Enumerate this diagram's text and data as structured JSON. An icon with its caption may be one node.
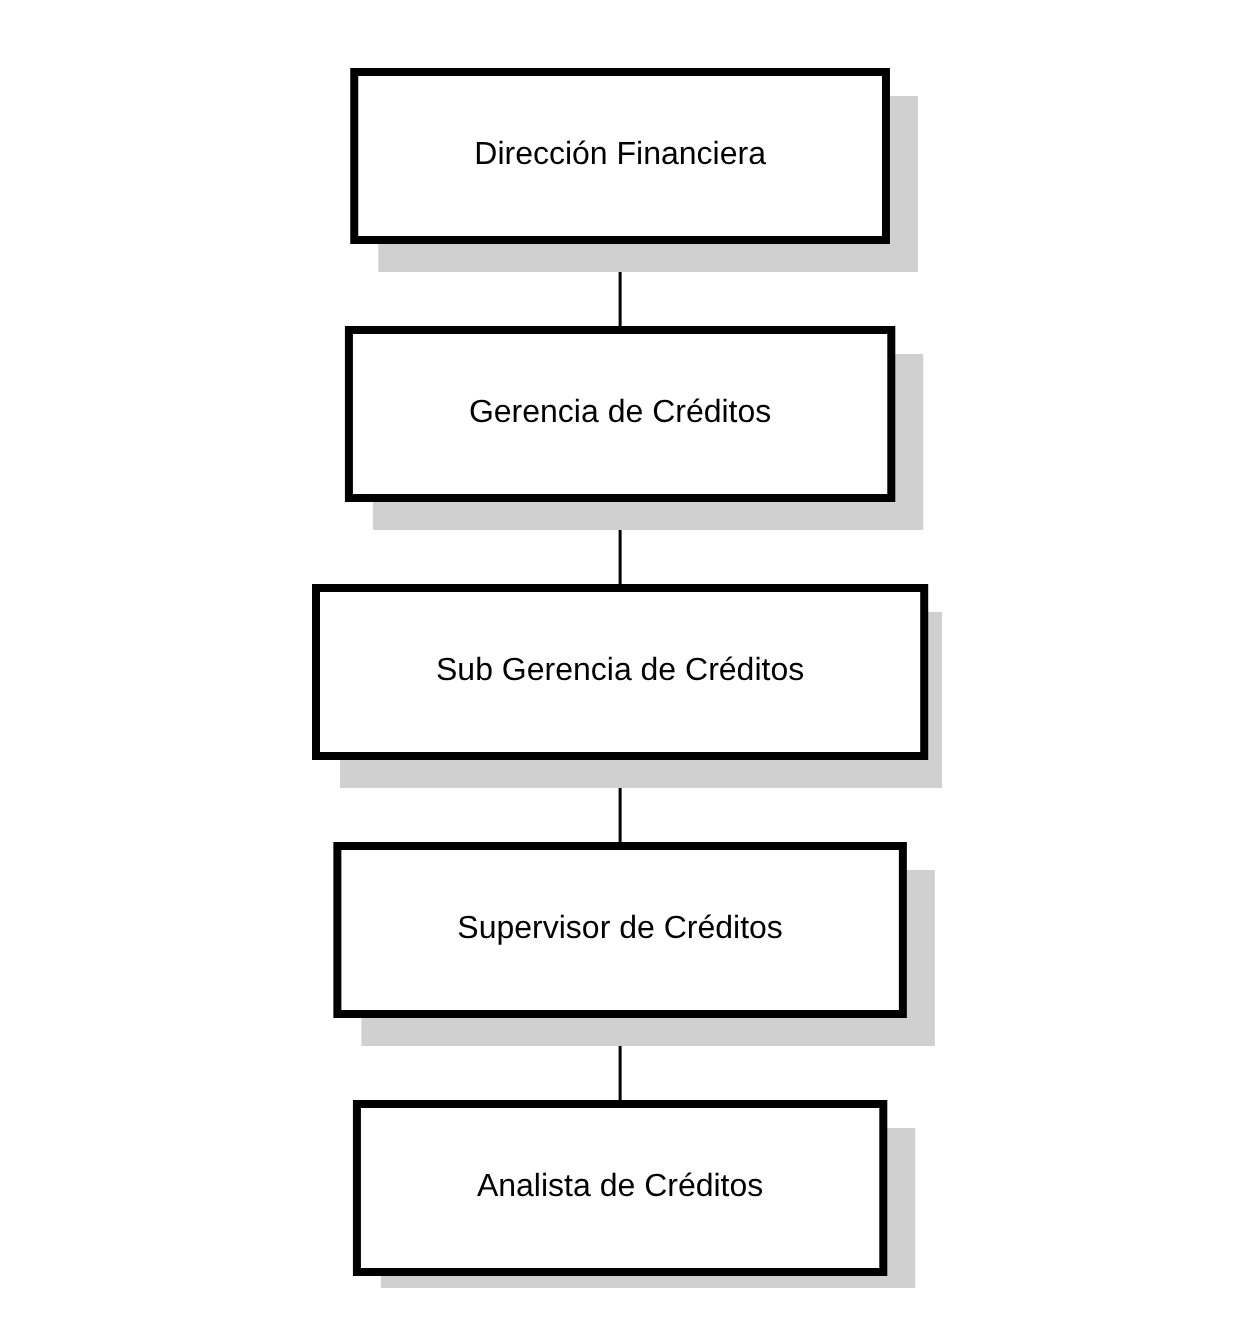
{
  "diagram": {
    "nodes": [
      {
        "text": [
          "Dirección Financiera"
        ]
      },
      {
        "text": [
          "Gerencia de Créditos"
        ]
      },
      {
        "text": [
          "Sub Gerencia de Créditos"
        ]
      },
      {
        "text": [
          "Supervisor de Créditos"
        ]
      },
      {
        "text": [
          "Analista de Créditos"
        ]
      }
    ],
    "edges": [
      {
        "from": 0,
        "to": 1,
        "arrow": "none"
      },
      {
        "from": 1,
        "to": 2,
        "arrow": "none"
      },
      {
        "from": 2,
        "to": 3,
        "arrow": "none"
      },
      {
        "from": 3,
        "to": 4,
        "arrow": "none"
      }
    ]
  }
}
